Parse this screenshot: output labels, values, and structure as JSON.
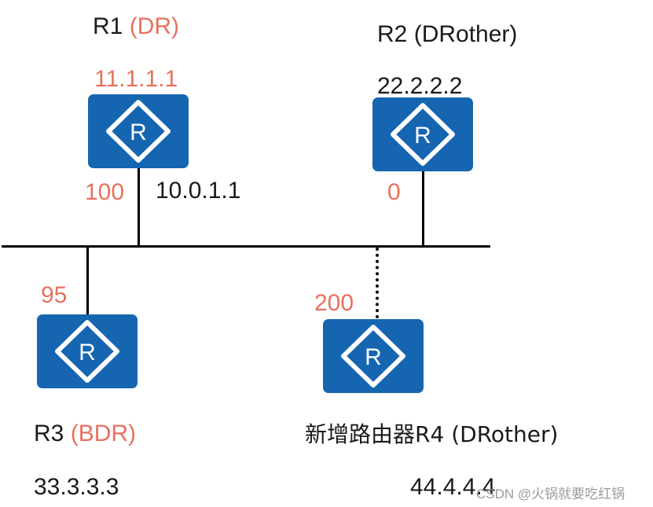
{
  "colors": {
    "router_blue": "#1565b1",
    "highlight_red": "#e8705e",
    "line": "#000000"
  },
  "icon": "router-icon",
  "router_symbol": "R",
  "routers": {
    "r1": {
      "name": "R1",
      "role": "(DR)",
      "router_id": "11.1.1.1",
      "priority": "100",
      "interface_ip": "10.0.1.1"
    },
    "r2": {
      "name": "R2",
      "role": "(DRother)",
      "router_id": "22.2.2.2",
      "priority": "0"
    },
    "r3": {
      "name": "R3",
      "role": "(BDR)",
      "router_id": "33.3.3.3",
      "priority": "95"
    },
    "r4": {
      "prefix": "新增路由器",
      "name": "R4",
      "role": "(DRother)",
      "router_id": "44.4.4.4",
      "priority": "200"
    }
  },
  "watermark": "CSDN @火锅就要吃红锅"
}
